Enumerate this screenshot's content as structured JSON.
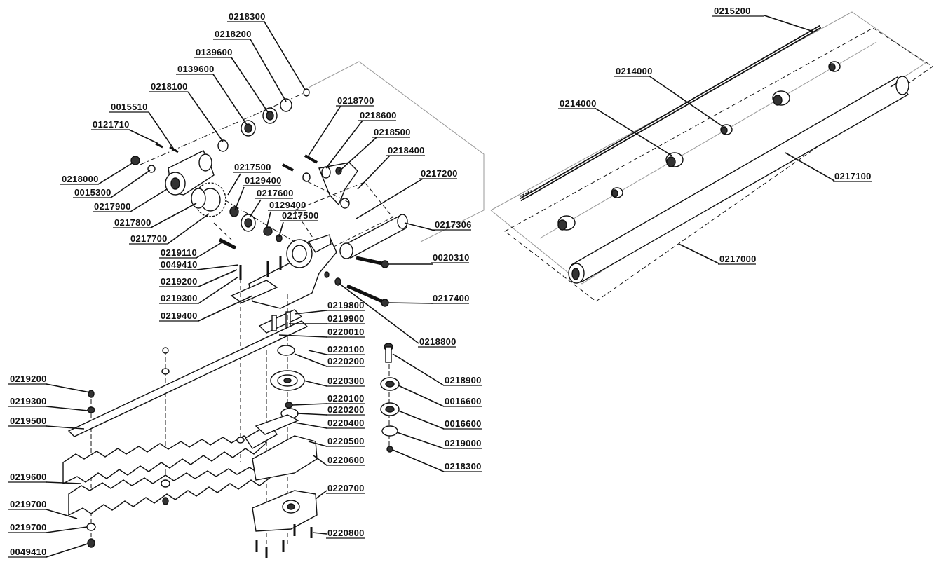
{
  "parts": [
    {
      "id": "p0215200",
      "label": "0215200"
    },
    {
      "id": "p0214000a",
      "label": "0214000"
    },
    {
      "id": "p0214000b",
      "label": "0214000"
    },
    {
      "id": "p0217100",
      "label": "0217100"
    },
    {
      "id": "p0217000",
      "label": "0217000"
    },
    {
      "id": "p0218300a",
      "label": "0218300"
    },
    {
      "id": "p0218200",
      "label": "0218200"
    },
    {
      "id": "p0139600a",
      "label": "0139600"
    },
    {
      "id": "p0139600b",
      "label": "0139600"
    },
    {
      "id": "p0218100",
      "label": "0218100"
    },
    {
      "id": "p0015510",
      "label": "0015510"
    },
    {
      "id": "p0121710",
      "label": "0121710"
    },
    {
      "id": "p0218000",
      "label": "0218000"
    },
    {
      "id": "p0015300",
      "label": "0015300"
    },
    {
      "id": "p0217900",
      "label": "0217900"
    },
    {
      "id": "p0217800",
      "label": "0217800"
    },
    {
      "id": "p0217700",
      "label": "0217700"
    },
    {
      "id": "p0219110",
      "label": "0219110"
    },
    {
      "id": "p0049410a",
      "label": "0049410"
    },
    {
      "id": "p0219200a",
      "label": "0219200"
    },
    {
      "id": "p0219300a",
      "label": "0219300"
    },
    {
      "id": "p0219400",
      "label": "0219400"
    },
    {
      "id": "p0218700",
      "label": "0218700"
    },
    {
      "id": "p0218600",
      "label": "0218600"
    },
    {
      "id": "p0218500",
      "label": "0218500"
    },
    {
      "id": "p0218400",
      "label": "0218400"
    },
    {
      "id": "p0217200",
      "label": "0217200"
    },
    {
      "id": "p0217500a",
      "label": "0217500"
    },
    {
      "id": "p0129400a",
      "label": "0129400"
    },
    {
      "id": "p0217600",
      "label": "0217600"
    },
    {
      "id": "p0129400b",
      "label": "0129400"
    },
    {
      "id": "p0217500b",
      "label": "0217500"
    },
    {
      "id": "p0217306",
      "label": "0217306"
    },
    {
      "id": "p0020310",
      "label": "0020310"
    },
    {
      "id": "p0217400",
      "label": "0217400"
    },
    {
      "id": "p0219800",
      "label": "0219800"
    },
    {
      "id": "p0219900",
      "label": "0219900"
    },
    {
      "id": "p0220010",
      "label": "0220010"
    },
    {
      "id": "p0218800",
      "label": "0218800"
    },
    {
      "id": "p0220100a",
      "label": "0220100"
    },
    {
      "id": "p0220200a",
      "label": "0220200"
    },
    {
      "id": "p0220300",
      "label": "0220300"
    },
    {
      "id": "p0220100b",
      "label": "0220100"
    },
    {
      "id": "p0220200b",
      "label": "0220200"
    },
    {
      "id": "p0220400",
      "label": "0220400"
    },
    {
      "id": "p0220500",
      "label": "0220500"
    },
    {
      "id": "p0220600",
      "label": "0220600"
    },
    {
      "id": "p0220700",
      "label": "0220700"
    },
    {
      "id": "p0220800",
      "label": "0220800"
    },
    {
      "id": "p0218900",
      "label": "0218900"
    },
    {
      "id": "p0016600a",
      "label": "0016600"
    },
    {
      "id": "p0016600b",
      "label": "0016600"
    },
    {
      "id": "p0219000",
      "label": "0219000"
    },
    {
      "id": "p0218300b",
      "label": "0218300"
    },
    {
      "id": "p0219200b",
      "label": "0219200"
    },
    {
      "id": "p0219300b",
      "label": "0219300"
    },
    {
      "id": "p0219500",
      "label": "0219500"
    },
    {
      "id": "p0219600",
      "label": "0219600"
    },
    {
      "id": "p0219700a",
      "label": "0219700"
    },
    {
      "id": "p0219700b",
      "label": "0219700"
    },
    {
      "id": "p0049410b",
      "label": "0049410"
    }
  ]
}
